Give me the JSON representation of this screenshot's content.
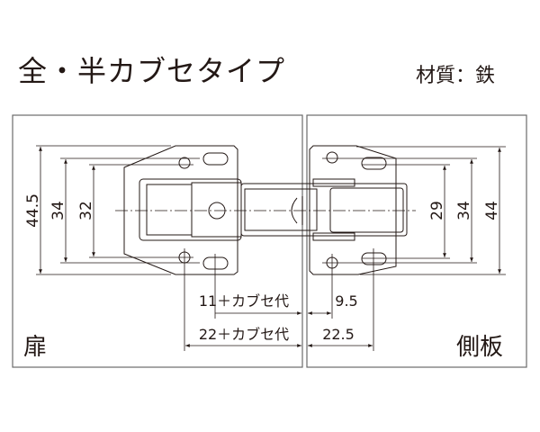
{
  "title": "全・半カブセタイプ",
  "material": "材質：鉄",
  "panels": {
    "door": "扉",
    "side_panel": "側板"
  },
  "dimensions": {
    "left_outer": "44.5",
    "left_mid": "34",
    "left_inner": "32",
    "right_inner": "29",
    "right_mid": "34",
    "right_outer": "44",
    "door_hole_offset": "11＋カブセ代",
    "door_edge_offset": "22＋カブセ代",
    "side_hole_offset": "9.5",
    "side_edge_offset": "22.5"
  },
  "colors": {
    "line": "#231815",
    "frame": "#6b6b6b"
  }
}
